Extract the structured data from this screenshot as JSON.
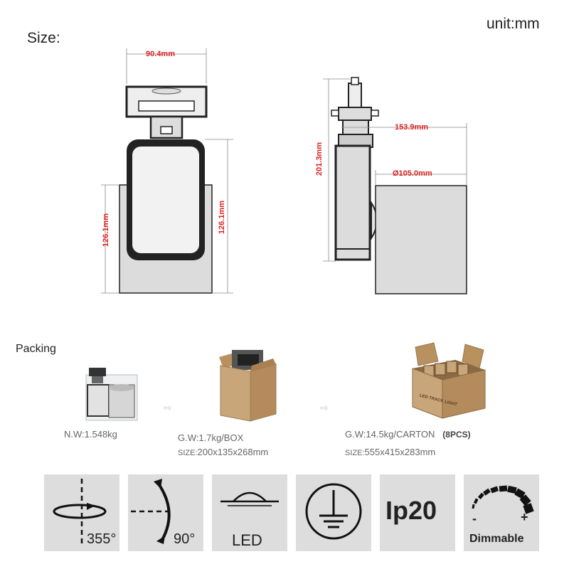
{
  "header": {
    "size_label": "Size:",
    "unit_label": "unit:mm"
  },
  "dimensions": {
    "width": "90.4mm",
    "front_height_left": "126.1mm",
    "front_height_right": "126.1mm",
    "side_height": "201.3mm",
    "side_length": "153.9mm",
    "diameter": "Ø105.0mm"
  },
  "packing": {
    "title": "Packing",
    "net_weight": "N.W:1.548kg",
    "box_weight": "G.W:1.7kg/BOX",
    "box_size_prefix": "SIZE:",
    "box_size": "200x135x268mm",
    "carton_weight": "G.W:14.5kg/CARTON",
    "carton_pcs": "(8PCS)",
    "carton_size_prefix": "SIZE:",
    "carton_size": "555x415x283mm",
    "carton_print": "LED TRACK LIGHT"
  },
  "features": [
    {
      "icon": "rotation-icon",
      "label": "355°"
    },
    {
      "icon": "tilt-icon",
      "label": "90°"
    },
    {
      "icon": "led-icon",
      "label": "LED"
    },
    {
      "icon": "ground-icon",
      "label": ""
    },
    {
      "icon": "ip-rating-icon",
      "label": "Ip20"
    },
    {
      "icon": "dimmable-icon",
      "label": "Dimmable",
      "minus": "-",
      "plus": "+"
    }
  ],
  "colors": {
    "dimension": "#dd2222",
    "icon_bg": "#dddddd",
    "product_body": "#dcdcdc",
    "outline": "#222222",
    "box": "#c9a57a"
  }
}
